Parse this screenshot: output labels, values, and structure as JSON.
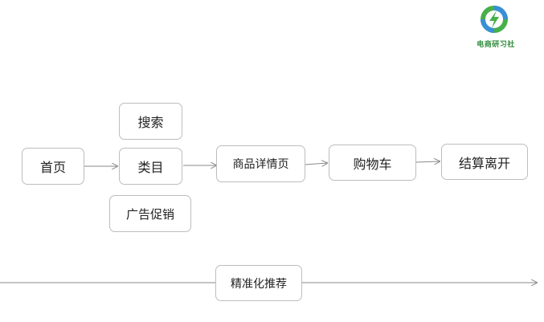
{
  "nodes": {
    "home": "首页",
    "search": "搜索",
    "category": "类目",
    "ad_promo": "广告促销",
    "product_detail": "商品详情页",
    "cart": "购物车",
    "checkout": "结算离开",
    "precision_recommend": "精准化推荐"
  },
  "logo": {
    "text": "电商研习社",
    "icon": "lightning-bolt-icon",
    "colors": {
      "ring_blue": "#3a8fd6",
      "ring_green": "#46b04a",
      "bolt": "#ffffff"
    }
  },
  "colors": {
    "border": "#bdbdbd",
    "arrow": "#8a8a8a",
    "text": "#222222"
  }
}
